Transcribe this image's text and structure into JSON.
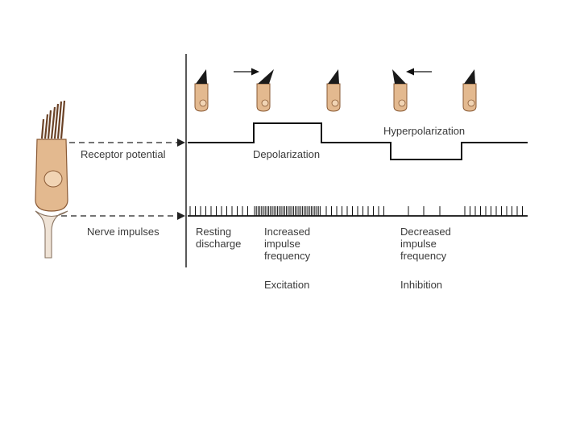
{
  "labels": {
    "receptor_potential": "Receptor potential",
    "nerve_impulses": "Nerve impulses",
    "depolarization": "Depolarization",
    "hyperpolarization": "Hyperpolarization",
    "resting": [
      "Resting",
      "discharge"
    ],
    "increased": [
      "Increased",
      "impulse",
      "frequency"
    ],
    "decreased": [
      "Decreased",
      "impulse",
      "frequency"
    ],
    "excitation": "Excitation",
    "inhibition": "Inhibition"
  },
  "hair_bundles": [
    {
      "state": "rest",
      "arrow": "none"
    },
    {
      "state": "deflected",
      "arrow": "right"
    },
    {
      "state": "rest",
      "arrow": "none"
    },
    {
      "state": "deflected",
      "arrow": "left"
    },
    {
      "state": "rest",
      "arrow": "none"
    }
  ],
  "colors": {
    "cell": "#e3b98f",
    "cell_outline": "#8a5a35",
    "stereocilia": "#6b4226",
    "bundle": "#1a1a1a",
    "trace": "#111111",
    "nerve": "#efe3d6"
  }
}
